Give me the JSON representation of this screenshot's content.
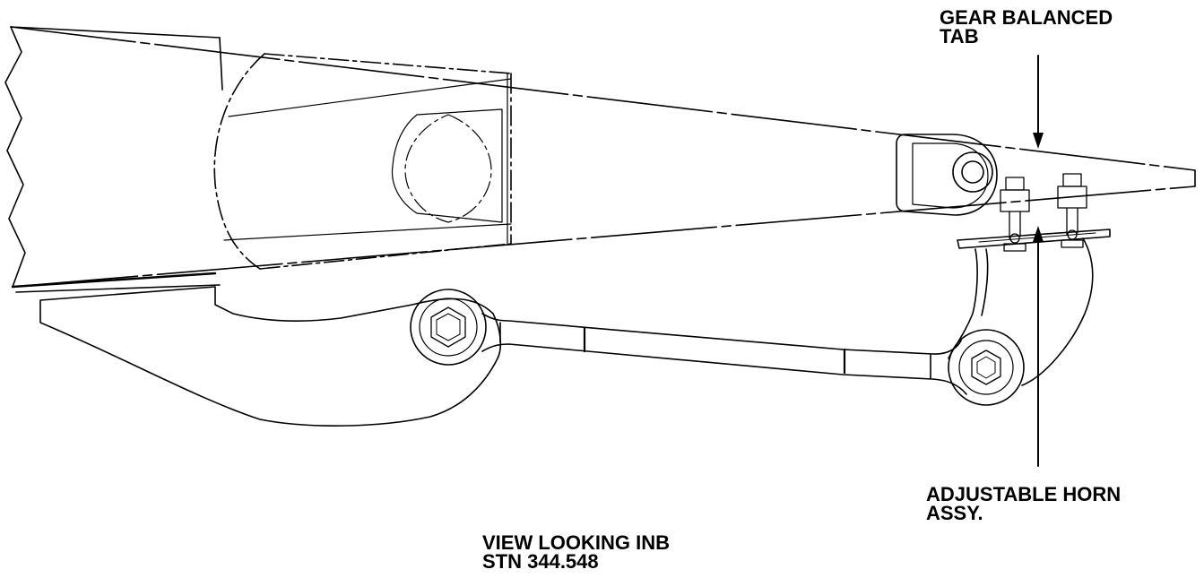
{
  "labels": {
    "gear_balanced_tab": [
      "GEAR BALANCED",
      "TAB"
    ],
    "adjustable_horn": [
      "ADJUSTABLE HORN",
      "ASSY."
    ],
    "view_caption": [
      "VIEW LOOKING INB",
      "STN 344.548"
    ]
  },
  "colors": {
    "line": "#000000",
    "background": "#ffffff"
  }
}
